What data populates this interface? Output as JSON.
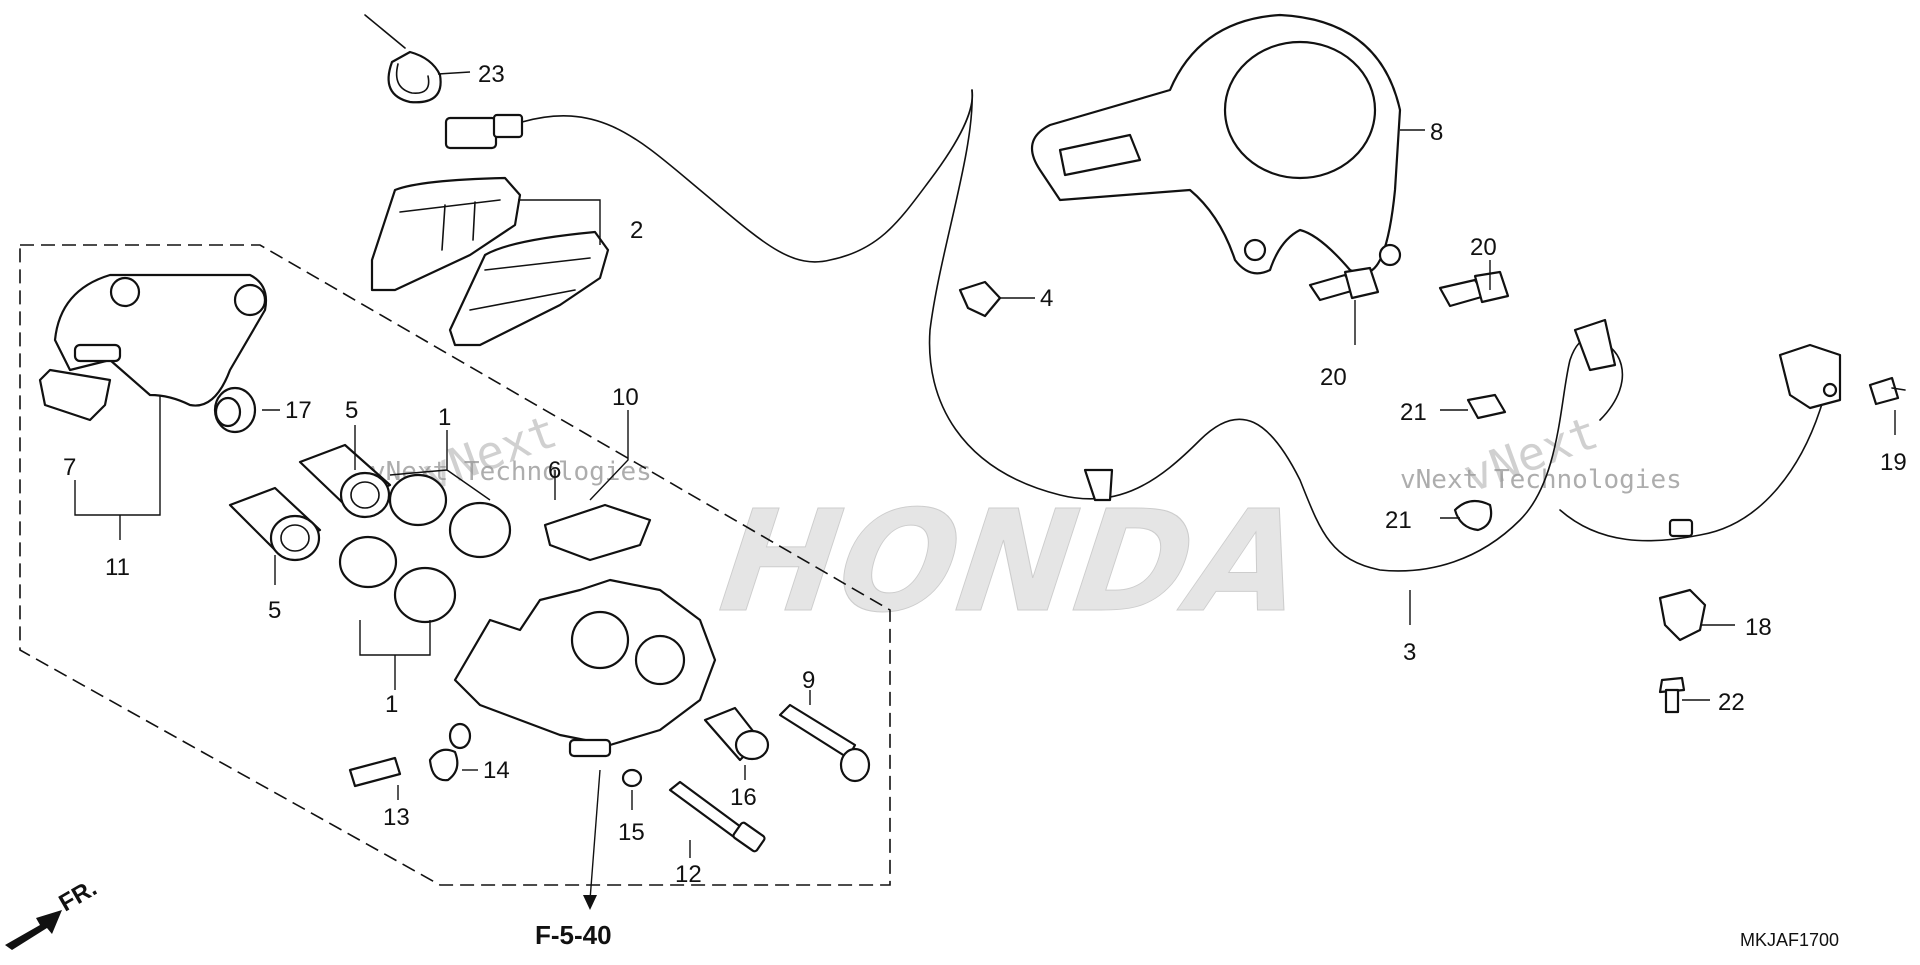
{
  "diagram": {
    "callouts": {
      "c1a": "1",
      "c1b": "1",
      "c2": "2",
      "c3": "3",
      "c4": "4",
      "c5a": "5",
      "c5b": "5",
      "c6": "6",
      "c7": "7",
      "c8": "8",
      "c9": "9",
      "c10": "10",
      "c11": "11",
      "c12": "12",
      "c13": "13",
      "c14": "14",
      "c15": "15",
      "c16": "16",
      "c17": "17",
      "c18": "18",
      "c19": "19",
      "c20a": "20",
      "c20b": "20",
      "c21a": "21",
      "c21b": "21",
      "c22": "22",
      "c23": "23"
    },
    "reference": "F-5-40",
    "direction": "FR.",
    "code": "MKJAF1700",
    "watermark": {
      "brand": "HONDA",
      "text1": "vNext Technologies",
      "text2": "vNext Technologies",
      "logo1": "vNext",
      "logo2": "vNext"
    }
  }
}
